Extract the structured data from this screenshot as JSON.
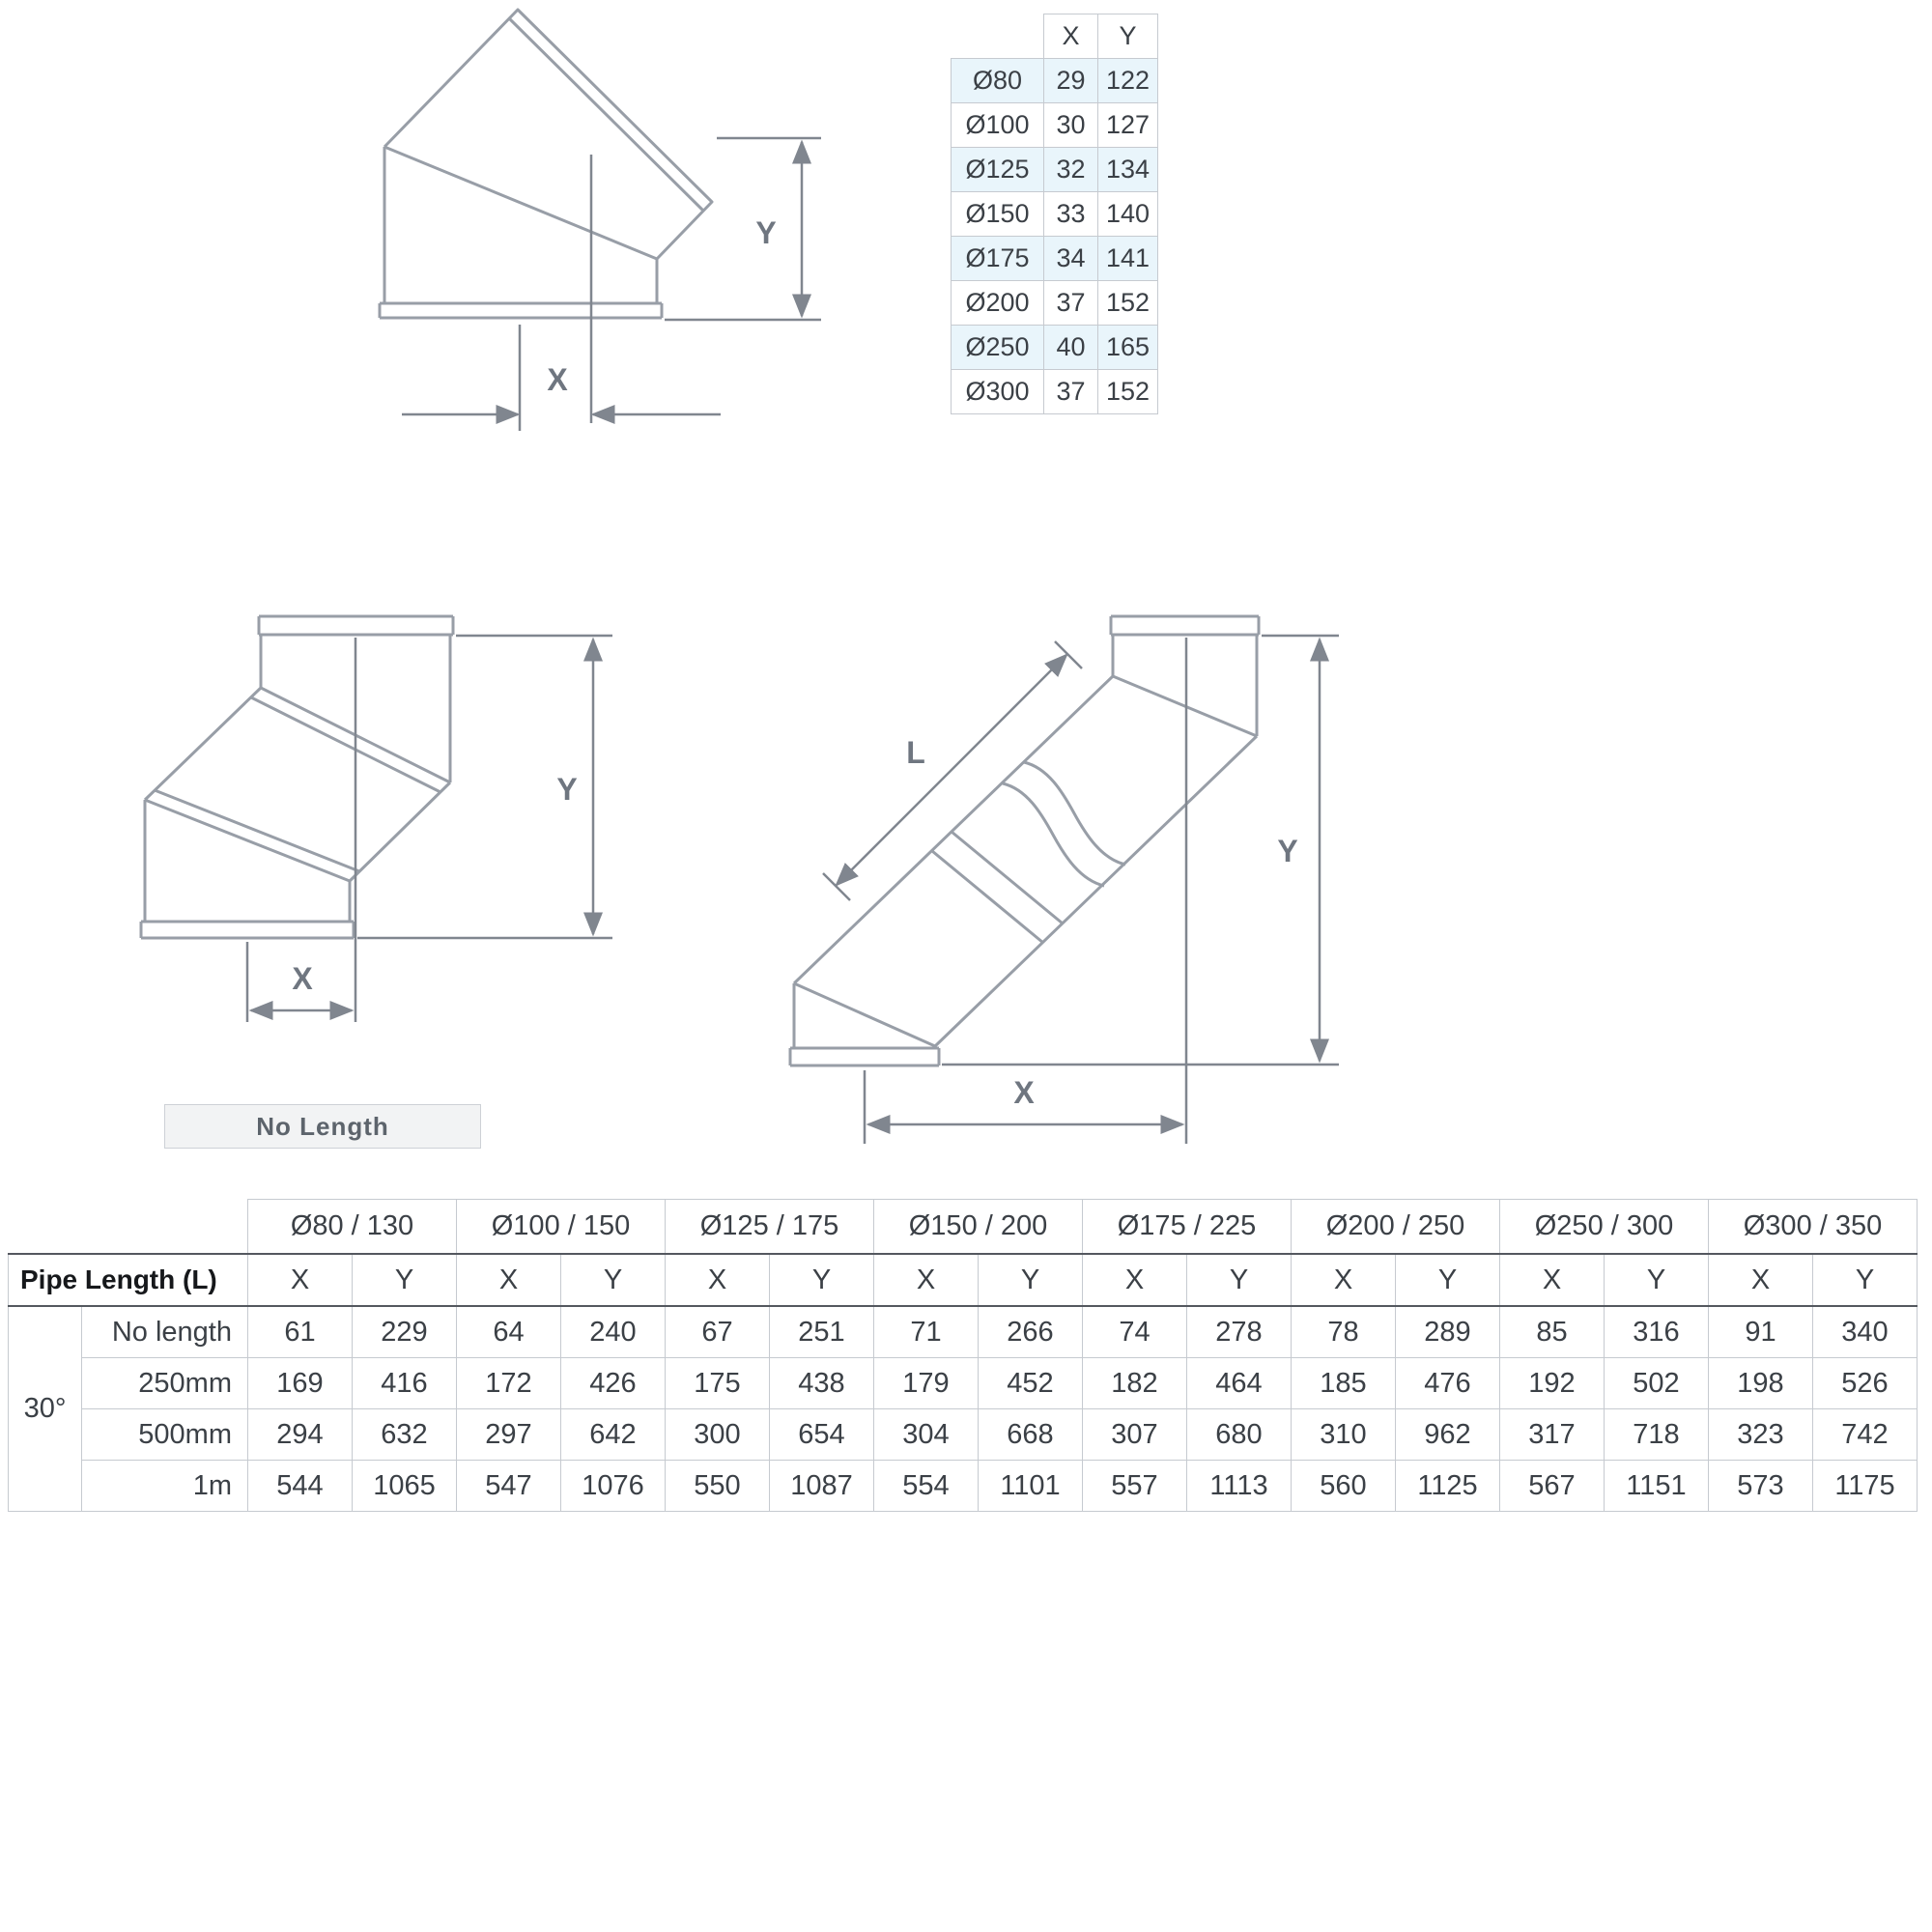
{
  "labels": {
    "dim_x": "X",
    "dim_y": "Y",
    "dim_l": "L",
    "no_length_badge": "No Length"
  },
  "small_table": {
    "col_x": "X",
    "col_y": "Y",
    "rows": [
      {
        "label": "Ø80",
        "x": "29",
        "y": "122"
      },
      {
        "label": "Ø100",
        "x": "30",
        "y": "127"
      },
      {
        "label": "Ø125",
        "x": "32",
        "y": "134"
      },
      {
        "label": "Ø150",
        "x": "33",
        "y": "140"
      },
      {
        "label": "Ø175",
        "x": "34",
        "y": "141"
      },
      {
        "label": "Ø200",
        "x": "37",
        "y": "152"
      },
      {
        "label": "Ø250",
        "x": "40",
        "y": "165"
      },
      {
        "label": "Ø300",
        "x": "37",
        "y": "152"
      }
    ],
    "highlight_rows": [
      0,
      2,
      4,
      6
    ],
    "highlight_color": "#e9f5fb"
  },
  "big_table": {
    "pipe_length_label": "Pipe Length (L)",
    "angle": "30°",
    "groups": [
      "Ø80 / 130",
      "Ø100 / 150",
      "Ø125 / 175",
      "Ø150 / 200",
      "Ø175 / 225",
      "Ø200 / 250",
      "Ø250 / 300",
      "Ø300 / 350"
    ],
    "sub_headers": [
      "X",
      "Y"
    ],
    "rows": [
      {
        "label": "No length",
        "values": [
          "61",
          "229",
          "64",
          "240",
          "67",
          "251",
          "71",
          "266",
          "74",
          "278",
          "78",
          "289",
          "85",
          "316",
          "91",
          "340"
        ]
      },
      {
        "label": "250mm",
        "values": [
          "169",
          "416",
          "172",
          "426",
          "175",
          "438",
          "179",
          "452",
          "182",
          "464",
          "185",
          "476",
          "192",
          "502",
          "198",
          "526"
        ]
      },
      {
        "label": "500mm",
        "values": [
          "294",
          "632",
          "297",
          "642",
          "300",
          "654",
          "304",
          "668",
          "307",
          "680",
          "310",
          "962",
          "317",
          "718",
          "323",
          "742"
        ]
      },
      {
        "label": "1m",
        "values": [
          "544",
          "1065",
          "547",
          "1076",
          "550",
          "1087",
          "554",
          "1101",
          "557",
          "1113",
          "560",
          "1125",
          "567",
          "1151",
          "573",
          "1175"
        ]
      }
    ]
  },
  "colors": {
    "outline": "#989ea7",
    "dimension": "#80868f",
    "table_border": "#c6cad0",
    "table_text": "#3b4046",
    "highlight": "#e9f5fb"
  }
}
